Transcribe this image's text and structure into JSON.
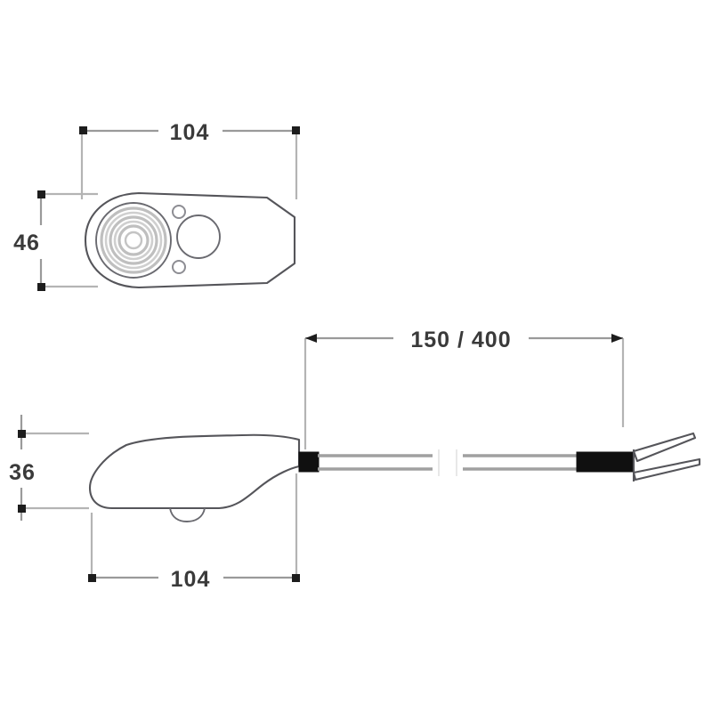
{
  "drawing": {
    "title": "Lamp dimensional drawing",
    "background_color": "#ffffff",
    "line_color": "#55555a",
    "dimension_line_color": "#9a9a9a",
    "dimension_text_color": "#3a3a3a",
    "connector_color": "#101010",
    "units_note": "mm"
  },
  "views": {
    "top": {
      "name": "top-view",
      "description": "Teardrop shaped lamp housing seen from above with fresnel lens and mounting holes"
    },
    "side": {
      "name": "side-view",
      "description": "Lamp body profile with cable and terminal"
    }
  },
  "dimensions": {
    "top_width": {
      "label": "104",
      "name": "dimension-top-width",
      "orientation": "horizontal"
    },
    "top_height": {
      "label": "46",
      "name": "dimension-top-height",
      "orientation": "vertical"
    },
    "side_height": {
      "label": "36",
      "name": "dimension-side-height",
      "orientation": "vertical"
    },
    "side_width": {
      "label": "104",
      "name": "dimension-side-width",
      "orientation": "horizontal"
    },
    "cable_length": {
      "label": "150 / 400",
      "name": "dimension-cable-length",
      "orientation": "horizontal"
    }
  },
  "features": {
    "lens": "fresnel-lens-rings",
    "bulb_hole": "center-hole",
    "secondary_circle": "bulb-access-circle",
    "mount_hole_top": "mount-hole",
    "mount_hole_bottom": "mount-hole",
    "cable_break": "break-line",
    "terminal": "splayed-terminal"
  }
}
